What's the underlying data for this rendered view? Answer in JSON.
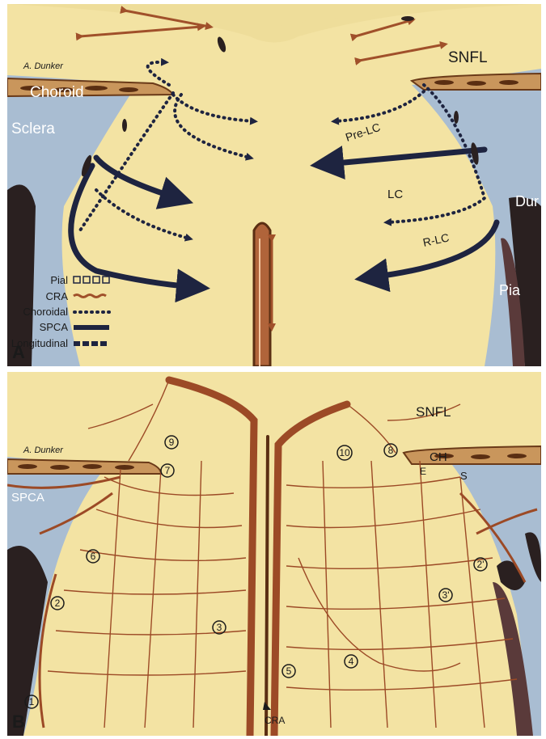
{
  "panel_a": {
    "letter": "A",
    "signature": "A. Dunker",
    "labels": {
      "choroid": "Choroid",
      "sclera": "Sclera",
      "snfl": "SNFL",
      "pre_lc": "Pre-LC",
      "lc": "LC",
      "r_lc": "R-LC",
      "dura": "Dur",
      "pia": "Pia"
    },
    "legend": [
      {
        "label": "Pial",
        "style": "squares"
      },
      {
        "label": "CRA",
        "style": "wavy"
      },
      {
        "label": "Choroidal",
        "style": "dotted"
      },
      {
        "label": "SPCA",
        "style": "solid"
      },
      {
        "label": "Longitudinal",
        "style": "dashed"
      }
    ]
  },
  "panel_b": {
    "letter": "B",
    "signature": "A. Dunker",
    "labels": {
      "snfl": "SNFL",
      "ch": "CH",
      "e": "E",
      "s": "S",
      "spca": "SPCA",
      "cra": "CRA"
    },
    "markers": [
      "1",
      "2",
      "3",
      "4",
      "5",
      "6",
      "7",
      "8",
      "9",
      "10",
      "2'",
      "3'"
    ]
  },
  "colors": {
    "tissue": "#f3e3a3",
    "sclera": "#a9bdd2",
    "vessel": "#9c4a26",
    "arrow": "#1e2440",
    "choroid": "#c9965c"
  }
}
